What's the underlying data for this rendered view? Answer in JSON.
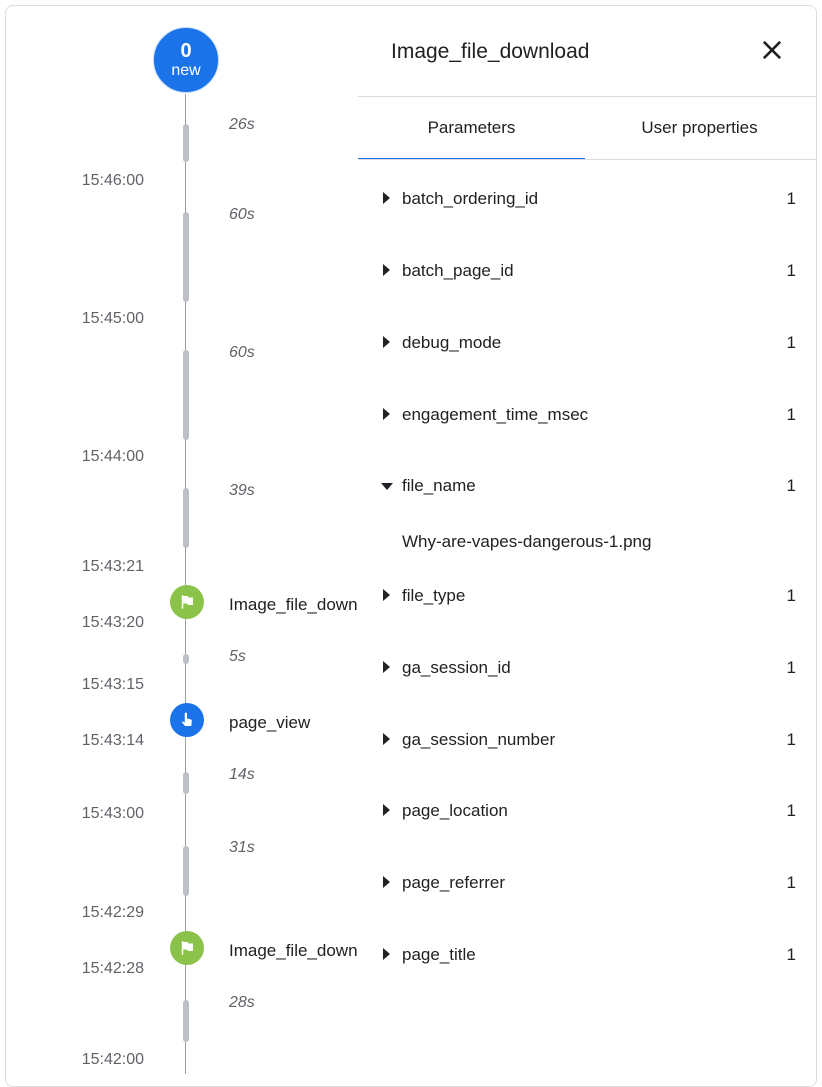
{
  "timeline": {
    "new_badge": {
      "count": "0",
      "label": "new"
    },
    "times": [
      "15:46:00",
      "15:45:00",
      "15:44:00",
      "15:43:21",
      "15:43:20",
      "15:43:15",
      "15:43:14",
      "15:43:00",
      "15:42:29",
      "15:42:28",
      "15:42:00"
    ],
    "durations": [
      "26s",
      "60s",
      "60s",
      "39s",
      "5s",
      "14s",
      "31s",
      "28s"
    ],
    "events": [
      {
        "label": "Image_file_down",
        "icon": "flag-icon",
        "color": "#8bc34a"
      },
      {
        "label": "page_view",
        "icon": "touch-icon",
        "color": "#1a73e8"
      },
      {
        "label": "Image_file_down",
        "icon": "flag-icon",
        "color": "#8bc34a"
      }
    ]
  },
  "panel": {
    "title": "Image_file_download",
    "tabs": [
      {
        "label": "Parameters",
        "active": true
      },
      {
        "label": "User properties",
        "active": false
      }
    ],
    "params": [
      {
        "name": "batch_ordering_id",
        "count": "1",
        "expanded": false
      },
      {
        "name": "batch_page_id",
        "count": "1",
        "expanded": false
      },
      {
        "name": "debug_mode",
        "count": "1",
        "expanded": false
      },
      {
        "name": "engagement_time_msec",
        "count": "1",
        "expanded": false
      },
      {
        "name": "file_name",
        "count": "1",
        "expanded": true,
        "value": "Why-are-vapes-dangerous-1.png"
      },
      {
        "name": "file_type",
        "count": "1",
        "expanded": false
      },
      {
        "name": "ga_session_id",
        "count": "1",
        "expanded": false
      },
      {
        "name": "ga_session_number",
        "count": "1",
        "expanded": false
      },
      {
        "name": "page_location",
        "count": "1",
        "expanded": false
      },
      {
        "name": "page_referrer",
        "count": "1",
        "expanded": false
      },
      {
        "name": "page_title",
        "count": "1",
        "expanded": false
      }
    ]
  },
  "colors": {
    "accent": "#1a73e8",
    "conversion": "#8bc34a"
  }
}
